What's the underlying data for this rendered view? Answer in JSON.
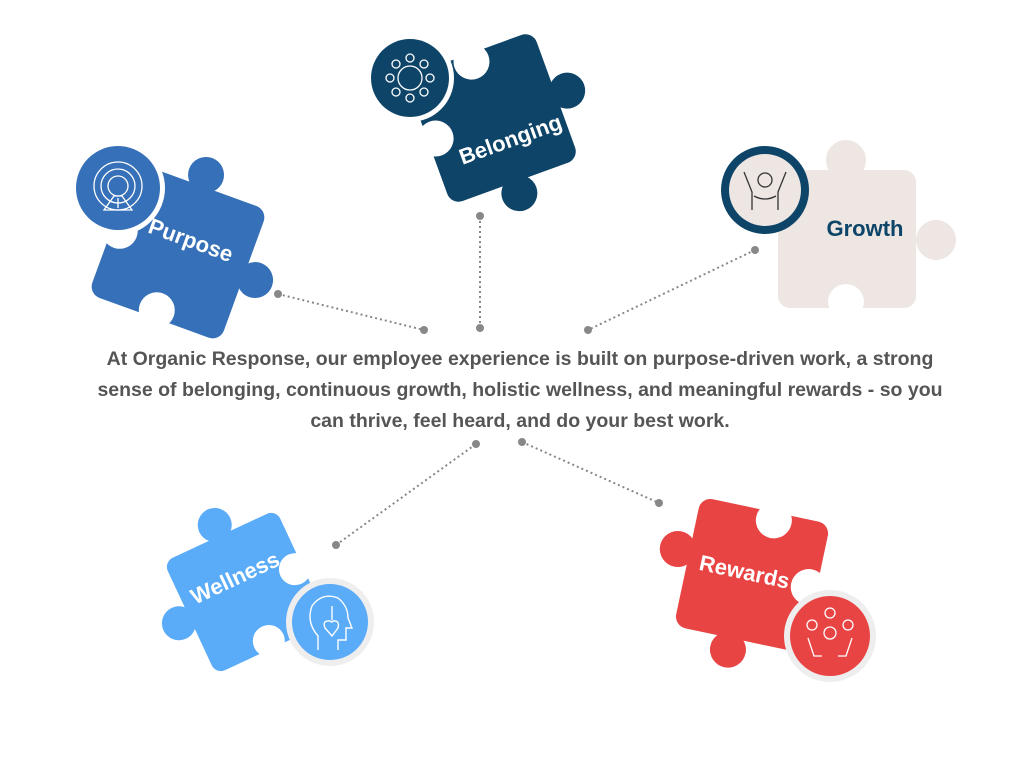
{
  "pieces": [
    {
      "label": "Purpose",
      "icon": "target-road-icon",
      "color": "#3570B8"
    },
    {
      "label": "Belonging",
      "icon": "people-globe-icon",
      "color": "#0D4468"
    },
    {
      "label": "Growth",
      "icon": "person-celebrating-icon",
      "color": "#EDE6E2"
    },
    {
      "label": "Wellness",
      "icon": "head-heart-plant-icon",
      "color": "#5AABF8"
    },
    {
      "label": "Rewards",
      "icon": "hands-rewards-icon",
      "color": "#E94444"
    }
  ],
  "description": "At Organic Response, our employee experience is built on purpose-driven work, a strong sense of belonging, continuous growth, holistic wellness, and meaningful rewards - so you can thrive, feel heard, and do your best work."
}
